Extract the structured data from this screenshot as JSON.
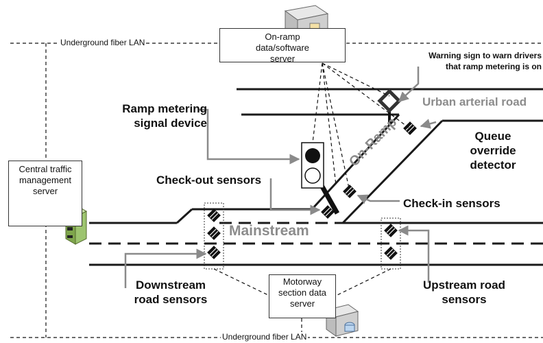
{
  "network": {
    "lan_top": "Underground fiber LAN",
    "lan_bottom": "Underground fiber LAN"
  },
  "servers": {
    "onramp": "On-ramp data/software server",
    "central": "Central traffic management server",
    "motorway": "Motorway section data server"
  },
  "labels": {
    "warning_sign": "Warning sign to warn drivers that ramp metering is on",
    "urban_arterial": "Urban arterial road",
    "ramp_signal": "Ramp metering signal device",
    "queue_override": "Queue override detector",
    "onramp": "On-Ramp",
    "checkout": "Check-out sensors",
    "checkin": "Check-in sensors",
    "mainstream": "Mainstream",
    "downstream": "Downstream road sensors",
    "upstream": "Upstream road sensors"
  },
  "icons": [
    "server-icon",
    "server-rack-icon",
    "traffic-signal-icon",
    "warning-sign-icon",
    "sensor-icon"
  ],
  "colors": {
    "road": "#1a1a1a",
    "label_grey": "#8c8c8c",
    "arrow_grey": "#8a8a8a",
    "server_green": "#9dc46f"
  }
}
